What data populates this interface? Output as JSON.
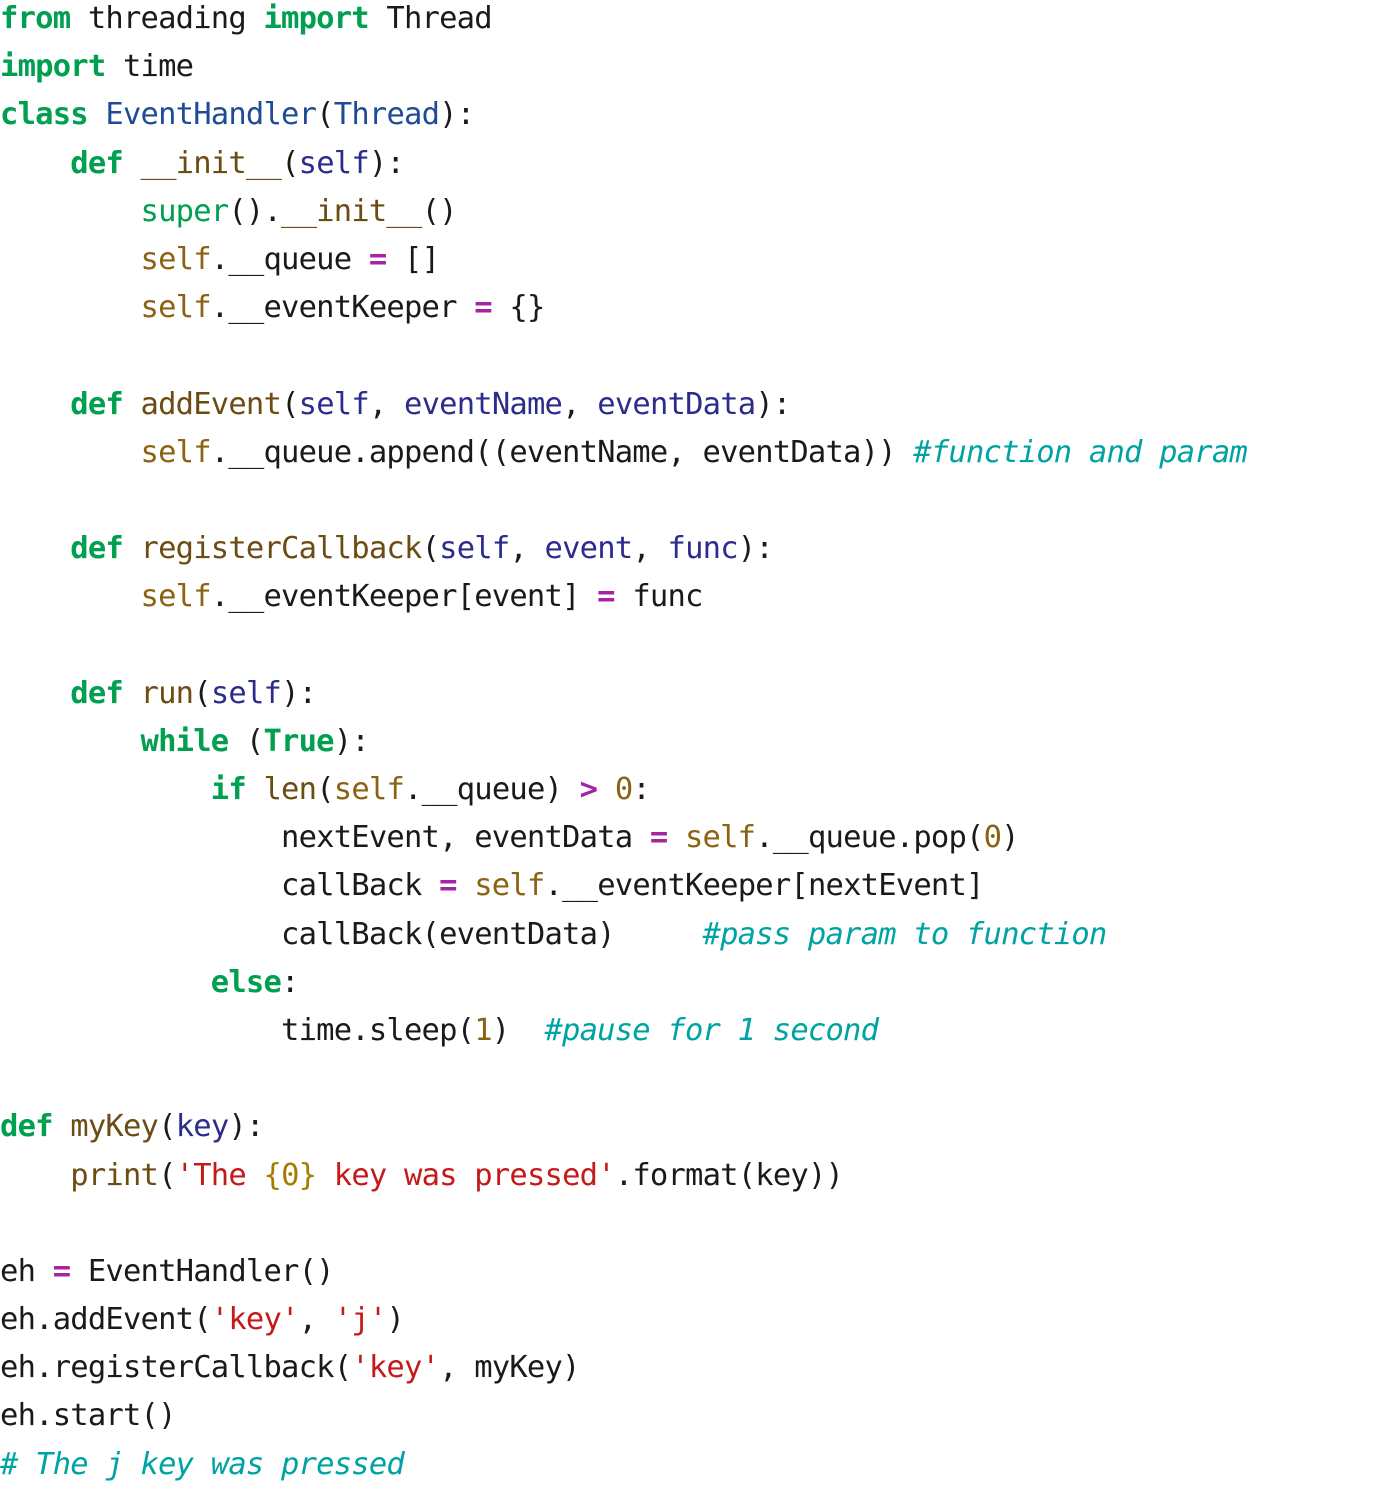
{
  "code_lines": [
    [
      {
        "t": "kw",
        "v": "from"
      },
      {
        "t": "pl",
        "v": " threading "
      },
      {
        "t": "kw",
        "v": "import"
      },
      {
        "t": "pl",
        "v": " Thread"
      }
    ],
    [
      {
        "t": "kw",
        "v": "import"
      },
      {
        "t": "pl",
        "v": " time"
      }
    ],
    [
      {
        "t": "kw",
        "v": "class"
      },
      {
        "t": "pl",
        "v": " "
      },
      {
        "t": "cls",
        "v": "EventHandler"
      },
      {
        "t": "pl",
        "v": "("
      },
      {
        "t": "cls",
        "v": "Thread"
      },
      {
        "t": "pl",
        "v": "):"
      }
    ],
    [
      {
        "t": "pl",
        "v": "    "
      },
      {
        "t": "kw",
        "v": "def"
      },
      {
        "t": "pl",
        "v": " "
      },
      {
        "t": "fn",
        "v": "__init__"
      },
      {
        "t": "pl",
        "v": "("
      },
      {
        "t": "prm",
        "v": "self"
      },
      {
        "t": "pl",
        "v": "):"
      }
    ],
    [
      {
        "t": "pl",
        "v": "        "
      },
      {
        "t": "bi",
        "v": "super"
      },
      {
        "t": "pl",
        "v": "()."
      },
      {
        "t": "fn",
        "v": "__init__"
      },
      {
        "t": "pl",
        "v": "()"
      }
    ],
    [
      {
        "t": "pl",
        "v": "        "
      },
      {
        "t": "slf",
        "v": "self"
      },
      {
        "t": "pl",
        "v": ".__queue "
      },
      {
        "t": "op",
        "v": "="
      },
      {
        "t": "pl",
        "v": " []"
      }
    ],
    [
      {
        "t": "pl",
        "v": "        "
      },
      {
        "t": "slf",
        "v": "self"
      },
      {
        "t": "pl",
        "v": ".__eventKeeper "
      },
      {
        "t": "op",
        "v": "="
      },
      {
        "t": "pl",
        "v": " {}"
      }
    ],
    [],
    [
      {
        "t": "pl",
        "v": "    "
      },
      {
        "t": "kw",
        "v": "def"
      },
      {
        "t": "pl",
        "v": " "
      },
      {
        "t": "fn",
        "v": "addEvent"
      },
      {
        "t": "pl",
        "v": "("
      },
      {
        "t": "prm",
        "v": "self"
      },
      {
        "t": "pl",
        "v": ", "
      },
      {
        "t": "prm",
        "v": "eventName"
      },
      {
        "t": "pl",
        "v": ", "
      },
      {
        "t": "prm",
        "v": "eventData"
      },
      {
        "t": "pl",
        "v": "):"
      }
    ],
    [
      {
        "t": "pl",
        "v": "        "
      },
      {
        "t": "slf",
        "v": "self"
      },
      {
        "t": "pl",
        "v": ".__queue.append((eventName, eventData)) "
      },
      {
        "t": "cmt",
        "v": "#function and param"
      }
    ],
    [],
    [
      {
        "t": "pl",
        "v": "    "
      },
      {
        "t": "kw",
        "v": "def"
      },
      {
        "t": "pl",
        "v": " "
      },
      {
        "t": "fn",
        "v": "registerCallback"
      },
      {
        "t": "pl",
        "v": "("
      },
      {
        "t": "prm",
        "v": "self"
      },
      {
        "t": "pl",
        "v": ", "
      },
      {
        "t": "prm",
        "v": "event"
      },
      {
        "t": "pl",
        "v": ", "
      },
      {
        "t": "prm",
        "v": "func"
      },
      {
        "t": "pl",
        "v": "):"
      }
    ],
    [
      {
        "t": "pl",
        "v": "        "
      },
      {
        "t": "slf",
        "v": "self"
      },
      {
        "t": "pl",
        "v": ".__eventKeeper[event] "
      },
      {
        "t": "op",
        "v": "="
      },
      {
        "t": "pl",
        "v": " func"
      }
    ],
    [],
    [
      {
        "t": "pl",
        "v": "    "
      },
      {
        "t": "kw",
        "v": "def"
      },
      {
        "t": "pl",
        "v": " "
      },
      {
        "t": "fn",
        "v": "run"
      },
      {
        "t": "pl",
        "v": "("
      },
      {
        "t": "prm",
        "v": "self"
      },
      {
        "t": "pl",
        "v": "):"
      }
    ],
    [
      {
        "t": "pl",
        "v": "        "
      },
      {
        "t": "kw",
        "v": "while"
      },
      {
        "t": "pl",
        "v": " ("
      },
      {
        "t": "kw",
        "v": "True"
      },
      {
        "t": "pl",
        "v": "):"
      }
    ],
    [
      {
        "t": "pl",
        "v": "            "
      },
      {
        "t": "kw",
        "v": "if"
      },
      {
        "t": "pl",
        "v": " "
      },
      {
        "t": "fn",
        "v": "len"
      },
      {
        "t": "pl",
        "v": "("
      },
      {
        "t": "slf",
        "v": "self"
      },
      {
        "t": "pl",
        "v": ".__queue) "
      },
      {
        "t": "op",
        "v": ">"
      },
      {
        "t": "pl",
        "v": " "
      },
      {
        "t": "num",
        "v": "0"
      },
      {
        "t": "pl",
        "v": ":"
      }
    ],
    [
      {
        "t": "pl",
        "v": "                nextEvent, eventData "
      },
      {
        "t": "op",
        "v": "="
      },
      {
        "t": "pl",
        "v": " "
      },
      {
        "t": "slf",
        "v": "self"
      },
      {
        "t": "pl",
        "v": ".__queue.pop("
      },
      {
        "t": "num",
        "v": "0"
      },
      {
        "t": "pl",
        "v": ")"
      }
    ],
    [
      {
        "t": "pl",
        "v": "                callBack "
      },
      {
        "t": "op",
        "v": "="
      },
      {
        "t": "pl",
        "v": " "
      },
      {
        "t": "slf",
        "v": "self"
      },
      {
        "t": "pl",
        "v": ".__eventKeeper[nextEvent]"
      }
    ],
    [
      {
        "t": "pl",
        "v": "                callBack(eventData)     "
      },
      {
        "t": "cmt",
        "v": "#pass param to function"
      }
    ],
    [
      {
        "t": "pl",
        "v": "            "
      },
      {
        "t": "kw",
        "v": "else"
      },
      {
        "t": "pl",
        "v": ":"
      }
    ],
    [
      {
        "t": "pl",
        "v": "                time.sleep("
      },
      {
        "t": "num",
        "v": "1"
      },
      {
        "t": "pl",
        "v": ")  "
      },
      {
        "t": "cmt",
        "v": "#pause for 1 second"
      }
    ],
    [],
    [
      {
        "t": "kw",
        "v": "def"
      },
      {
        "t": "pl",
        "v": " "
      },
      {
        "t": "fn",
        "v": "myKey"
      },
      {
        "t": "pl",
        "v": "("
      },
      {
        "t": "prm",
        "v": "key"
      },
      {
        "t": "pl",
        "v": "):"
      }
    ],
    [
      {
        "t": "pl",
        "v": "    "
      },
      {
        "t": "fn",
        "v": "print"
      },
      {
        "t": "pl",
        "v": "("
      },
      {
        "t": "str",
        "v": "'The "
      },
      {
        "t": "fmt",
        "v": "{0}"
      },
      {
        "t": "str",
        "v": " key was pressed'"
      },
      {
        "t": "pl",
        "v": ".format(key))"
      }
    ],
    [],
    [
      {
        "t": "pl",
        "v": "eh "
      },
      {
        "t": "op",
        "v": "="
      },
      {
        "t": "pl",
        "v": " EventHandler()"
      }
    ],
    [
      {
        "t": "pl",
        "v": "eh.addEvent("
      },
      {
        "t": "str",
        "v": "'key'"
      },
      {
        "t": "pl",
        "v": ", "
      },
      {
        "t": "str",
        "v": "'j'"
      },
      {
        "t": "pl",
        "v": ")"
      }
    ],
    [
      {
        "t": "pl",
        "v": "eh.registerCallback("
      },
      {
        "t": "str",
        "v": "'key'"
      },
      {
        "t": "pl",
        "v": ", myKey)"
      }
    ],
    [
      {
        "t": "pl",
        "v": "eh.start()"
      }
    ],
    [
      {
        "t": "cmt",
        "v": "# The j key was pressed"
      }
    ]
  ]
}
